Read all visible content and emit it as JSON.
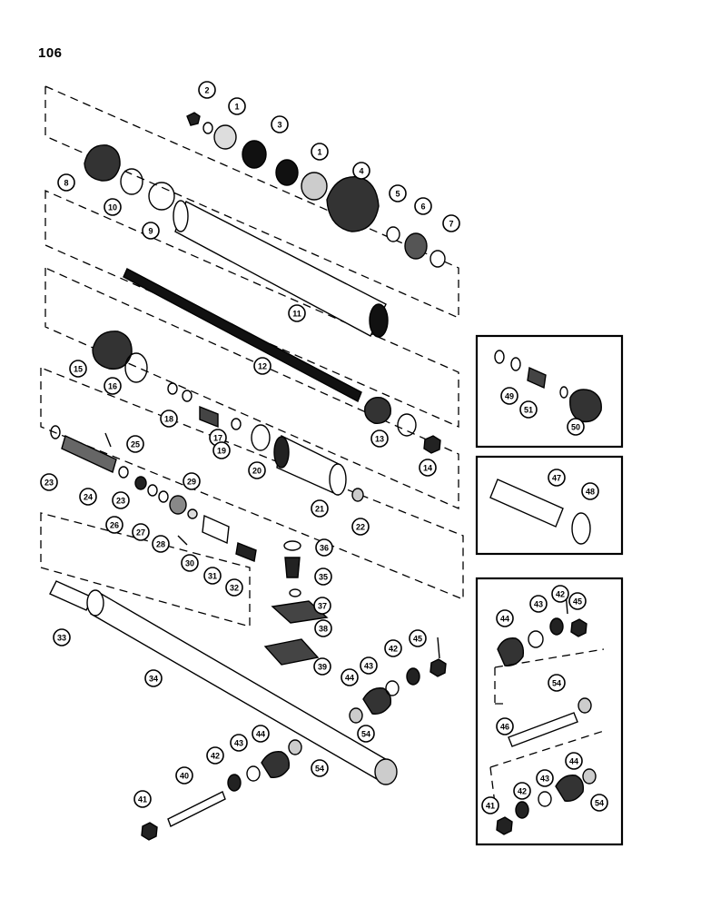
{
  "page_number": "106",
  "callouts": [
    {
      "label": "1"
    },
    {
      "label": "1"
    },
    {
      "label": "2"
    },
    {
      "label": "3"
    },
    {
      "label": "4"
    },
    {
      "label": "5"
    },
    {
      "label": "6"
    },
    {
      "label": "7"
    },
    {
      "label": "8"
    },
    {
      "label": "9"
    },
    {
      "label": "10"
    },
    {
      "label": "11"
    },
    {
      "label": "12"
    },
    {
      "label": "13"
    },
    {
      "label": "14"
    },
    {
      "label": "15"
    },
    {
      "label": "16"
    },
    {
      "label": "17"
    },
    {
      "label": "18"
    },
    {
      "label": "19"
    },
    {
      "label": "20"
    },
    {
      "label": "21"
    },
    {
      "label": "22"
    },
    {
      "label": "23"
    },
    {
      "label": "23"
    },
    {
      "label": "24"
    },
    {
      "label": "25"
    },
    {
      "label": "26"
    },
    {
      "label": "27"
    },
    {
      "label": "28"
    },
    {
      "label": "29"
    },
    {
      "label": "30"
    },
    {
      "label": "31"
    },
    {
      "label": "32"
    },
    {
      "label": "33"
    },
    {
      "label": "34"
    },
    {
      "label": "35"
    },
    {
      "label": "36"
    },
    {
      "label": "37"
    },
    {
      "label": "38"
    },
    {
      "label": "39"
    },
    {
      "label": "40"
    },
    {
      "label": "41"
    },
    {
      "label": "42"
    },
    {
      "label": "43"
    },
    {
      "label": "44"
    },
    {
      "label": "45"
    },
    {
      "label": "54"
    },
    {
      "label": "54"
    },
    {
      "label": "42"
    },
    {
      "label": "43"
    },
    {
      "label": "44"
    },
    {
      "label": "49"
    },
    {
      "label": "50"
    },
    {
      "label": "51"
    },
    {
      "label": "47"
    },
    {
      "label": "48"
    },
    {
      "label": "44"
    },
    {
      "label": "43"
    },
    {
      "label": "42"
    },
    {
      "label": "45"
    },
    {
      "label": "54"
    },
    {
      "label": "46"
    },
    {
      "label": "41"
    },
    {
      "label": "42"
    },
    {
      "label": "43"
    },
    {
      "label": "44"
    },
    {
      "label": "54"
    }
  ]
}
